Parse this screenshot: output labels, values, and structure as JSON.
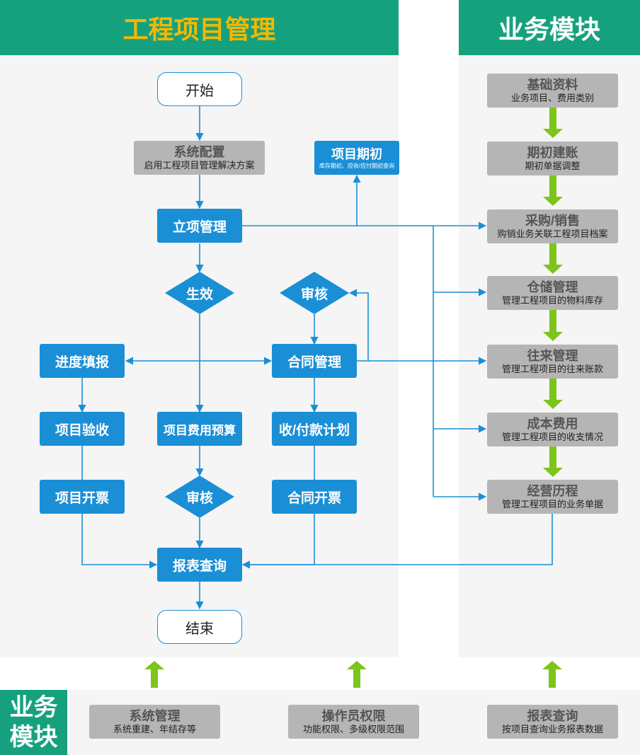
{
  "headers": {
    "left": "工程项目管理",
    "right": "业务模块",
    "bottom": "业务\n模块"
  },
  "flow": {
    "start": "开始",
    "end": "结束",
    "system_config": {
      "title": "系统配置",
      "subtitle": "启用工程项目管理解决方案"
    },
    "project_initial": {
      "title": "项目期初",
      "subtitle": "库存期初、应收/应付期初查询"
    },
    "project_setup": "立项管理",
    "effective": "生效",
    "review_top": "审核",
    "progress_report": "进度填报",
    "contract_mgmt": "合同管理",
    "project_acceptance": "项目验收",
    "cost_budget": "项目费用预算",
    "payment_plan": "收/付款计划",
    "review_bottom": "审核",
    "project_invoice": "项目开票",
    "contract_invoice": "合同开票",
    "report_query": "报表查询"
  },
  "business_modules": [
    {
      "title": "基础资料",
      "subtitle": "业务项目、费用类别"
    },
    {
      "title": "期初建账",
      "subtitle": "期初单据调整"
    },
    {
      "title": "采购/销售",
      "subtitle": "购销业务关联工程项目档案"
    },
    {
      "title": "仓储管理",
      "subtitle": "管理工程项目的物料库存"
    },
    {
      "title": "往来管理",
      "subtitle": "管理工程项目的往来账款"
    },
    {
      "title": "成本费用",
      "subtitle": "管理工程项目的收支情况"
    },
    {
      "title": "经营历程",
      "subtitle": "管理工程项目的业务单据"
    }
  ],
  "bottom_modules": [
    {
      "title": "系统管理",
      "subtitle": "系统重建、年结存等"
    },
    {
      "title": "操作员权限",
      "subtitle": "功能权限、多级权限范围"
    },
    {
      "title": "报表查询",
      "subtitle": "按项目查询业务报表数据"
    }
  ],
  "colors": {
    "header_green": "#16a17e",
    "header_title_yellow": "#f5b800",
    "node_blue": "#1a8fd6",
    "arrow_green": "#7dc41d",
    "gray_node": "#b5b5b5"
  }
}
